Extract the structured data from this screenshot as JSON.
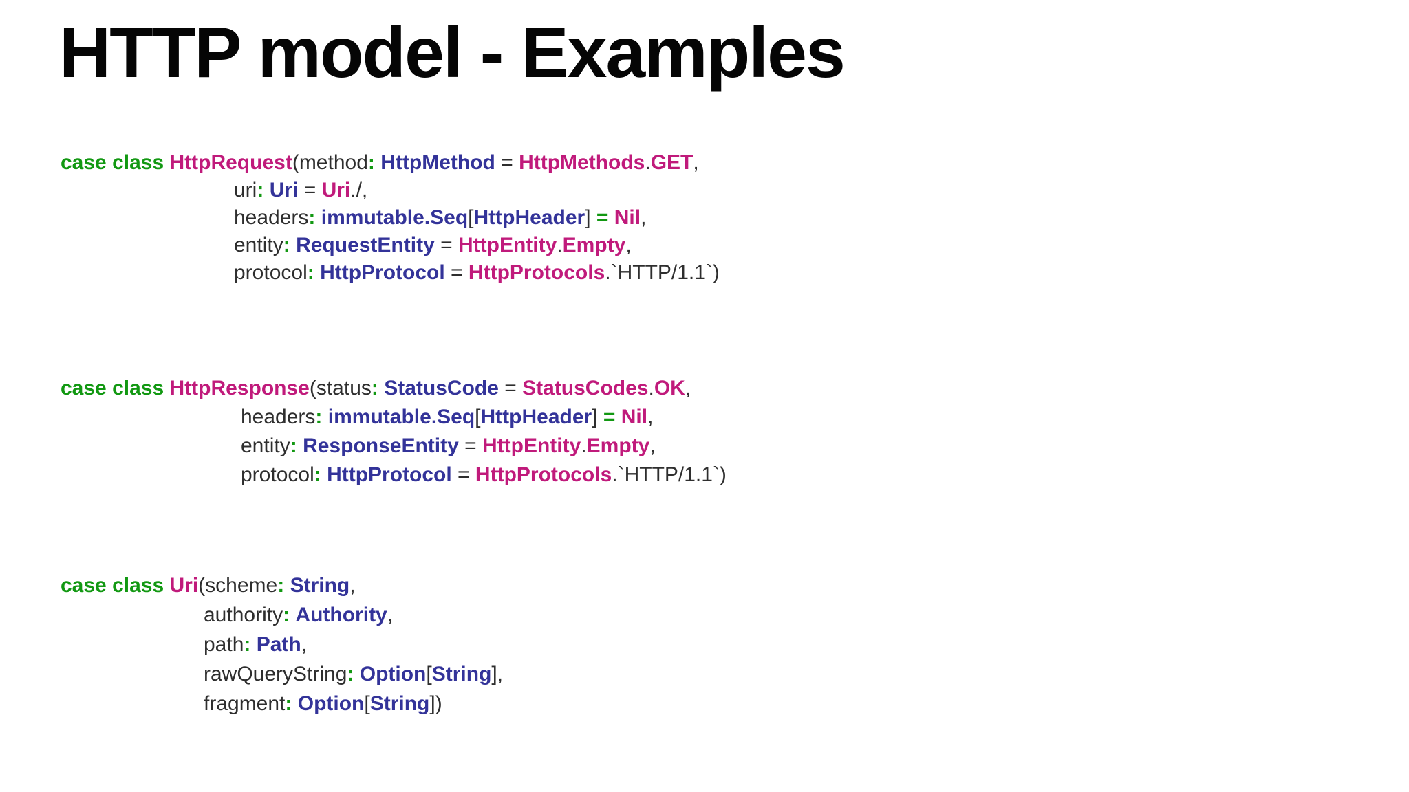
{
  "slide": {
    "title": "HTTP model - Examples",
    "colors": {
      "keyword_green": "#129812",
      "type_blue": "#333399",
      "value_magenta": "#C01A7B",
      "plain_text": "#2e2e2e",
      "title_black": "#050505",
      "background": "#ffffff"
    }
  },
  "code_blocks": [
    {
      "id": "block-request",
      "name": "HttpRequest",
      "lines": [
        {
          "indent": false,
          "tokens": [
            [
              "k",
              "case class "
            ],
            [
              "v",
              "HttpRequest"
            ],
            [
              "p",
              "(method"
            ],
            [
              "k",
              ":"
            ],
            [
              "p",
              " "
            ],
            [
              "t",
              "HttpMethod"
            ],
            [
              "p",
              " = "
            ],
            [
              "v",
              "HttpMethods"
            ],
            [
              "p",
              "."
            ],
            [
              "v",
              "GET"
            ],
            [
              "p",
              ","
            ]
          ]
        },
        {
          "indent": true,
          "tokens": [
            [
              "p",
              "uri"
            ],
            [
              "k",
              ":"
            ],
            [
              "p",
              " "
            ],
            [
              "t",
              "Uri"
            ],
            [
              "p",
              " = "
            ],
            [
              "v",
              "Uri"
            ],
            [
              "p",
              "./,"
            ]
          ]
        },
        {
          "indent": true,
          "tokens": [
            [
              "p",
              "headers"
            ],
            [
              "k",
              ":"
            ],
            [
              "p",
              " "
            ],
            [
              "t",
              "immutable.Seq"
            ],
            [
              "p",
              "["
            ],
            [
              "t",
              "HttpHeader"
            ],
            [
              "p",
              "] "
            ],
            [
              "k",
              "="
            ],
            [
              "p",
              " "
            ],
            [
              "v",
              "Nil"
            ],
            [
              "p",
              ","
            ]
          ]
        },
        {
          "indent": true,
          "tokens": [
            [
              "p",
              "entity"
            ],
            [
              "k",
              ":"
            ],
            [
              "p",
              " "
            ],
            [
              "t",
              "RequestEntity"
            ],
            [
              "p",
              " = "
            ],
            [
              "v",
              "HttpEntity"
            ],
            [
              "p",
              "."
            ],
            [
              "v",
              "Empty"
            ],
            [
              "p",
              ","
            ]
          ]
        },
        {
          "indent": true,
          "tokens": [
            [
              "p",
              "protocol"
            ],
            [
              "k",
              ":"
            ],
            [
              "p",
              " "
            ],
            [
              "t",
              "HttpProtocol"
            ],
            [
              "p",
              " = "
            ],
            [
              "v",
              "HttpProtocols"
            ],
            [
              "p",
              ".`HTTP/1.1`)"
            ]
          ]
        }
      ]
    },
    {
      "id": "block-response",
      "name": "HttpResponse",
      "lines": [
        {
          "indent": false,
          "tokens": [
            [
              "k",
              "case class "
            ],
            [
              "v",
              "HttpResponse"
            ],
            [
              "p",
              "(status"
            ],
            [
              "k",
              ":"
            ],
            [
              "p",
              " "
            ],
            [
              "t",
              "StatusCode"
            ],
            [
              "p",
              " = "
            ],
            [
              "v",
              "StatusCodes"
            ],
            [
              "p",
              "."
            ],
            [
              "v",
              "OK"
            ],
            [
              "p",
              ","
            ]
          ]
        },
        {
          "indent": true,
          "tokens": [
            [
              "p",
              "headers"
            ],
            [
              "k",
              ":"
            ],
            [
              "p",
              " "
            ],
            [
              "t",
              "immutable.Seq"
            ],
            [
              "p",
              "["
            ],
            [
              "t",
              "HttpHeader"
            ],
            [
              "p",
              "] "
            ],
            [
              "k",
              "="
            ],
            [
              "p",
              " "
            ],
            [
              "v",
              "Nil"
            ],
            [
              "p",
              ","
            ]
          ]
        },
        {
          "indent": true,
          "tokens": [
            [
              "p",
              "entity"
            ],
            [
              "k",
              ":"
            ],
            [
              "p",
              " "
            ],
            [
              "t",
              "ResponseEntity"
            ],
            [
              "p",
              " = "
            ],
            [
              "v",
              "HttpEntity"
            ],
            [
              "p",
              "."
            ],
            [
              "v",
              "Empty"
            ],
            [
              "p",
              ","
            ]
          ]
        },
        {
          "indent": true,
          "tokens": [
            [
              "p",
              "protocol"
            ],
            [
              "k",
              ":"
            ],
            [
              "p",
              " "
            ],
            [
              "t",
              "HttpProtocol"
            ],
            [
              "p",
              " = "
            ],
            [
              "v",
              "HttpProtocols"
            ],
            [
              "p",
              ".`HTTP/1.1`)"
            ]
          ]
        }
      ]
    },
    {
      "id": "block-uri",
      "name": "Uri",
      "lines": [
        {
          "indent": false,
          "tokens": [
            [
              "k",
              "case class "
            ],
            [
              "v",
              "Uri"
            ],
            [
              "p",
              "(scheme"
            ],
            [
              "k",
              ":"
            ],
            [
              "p",
              " "
            ],
            [
              "t",
              "String"
            ],
            [
              "p",
              ","
            ]
          ]
        },
        {
          "indent": true,
          "tokens": [
            [
              "p",
              "authority"
            ],
            [
              "k",
              ":"
            ],
            [
              "p",
              " "
            ],
            [
              "t",
              "Authority"
            ],
            [
              "p",
              ","
            ]
          ]
        },
        {
          "indent": true,
          "tokens": [
            [
              "p",
              "path"
            ],
            [
              "k",
              ":"
            ],
            [
              "p",
              " "
            ],
            [
              "t",
              "Path"
            ],
            [
              "p",
              ","
            ]
          ]
        },
        {
          "indent": true,
          "tokens": [
            [
              "p",
              "rawQueryString"
            ],
            [
              "k",
              ":"
            ],
            [
              "p",
              " "
            ],
            [
              "t",
              "Option"
            ],
            [
              "p",
              "["
            ],
            [
              "t",
              "String"
            ],
            [
              "p",
              "],"
            ]
          ]
        },
        {
          "indent": true,
          "tokens": [
            [
              "p",
              "fragment"
            ],
            [
              "k",
              ":"
            ],
            [
              "p",
              " "
            ],
            [
              "t",
              "Option"
            ],
            [
              "p",
              "["
            ],
            [
              "t",
              "String"
            ],
            [
              "p",
              "])"
            ]
          ]
        }
      ]
    }
  ]
}
